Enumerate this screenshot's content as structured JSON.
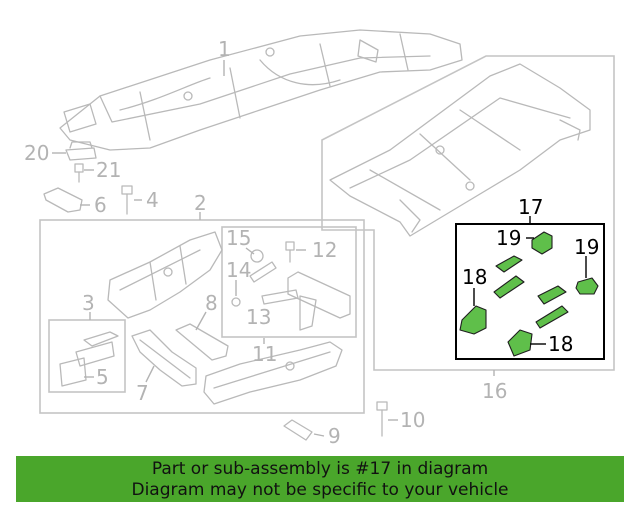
{
  "colors": {
    "highlight": "#5fbf4a",
    "banner": "#4aa62b",
    "gray_line": "#b9b9b9"
  },
  "callouts": {
    "c1": "1",
    "c2": "2",
    "c3": "3",
    "c4": "4",
    "c5": "5",
    "c6": "6",
    "c7": "7",
    "c8": "8",
    "c9": "9",
    "c10": "10",
    "c11": "11",
    "c12": "12",
    "c13": "13",
    "c14": "14",
    "c15": "15",
    "c16": "16",
    "c17": "17",
    "c18a": "18",
    "c18b": "18",
    "c19a": "19",
    "c19b": "19",
    "c20": "20",
    "c21": "21"
  },
  "banner": {
    "line1": "Part or sub-assembly is #17 in diagram",
    "line2": "Diagram may not be specific to your vehicle"
  }
}
